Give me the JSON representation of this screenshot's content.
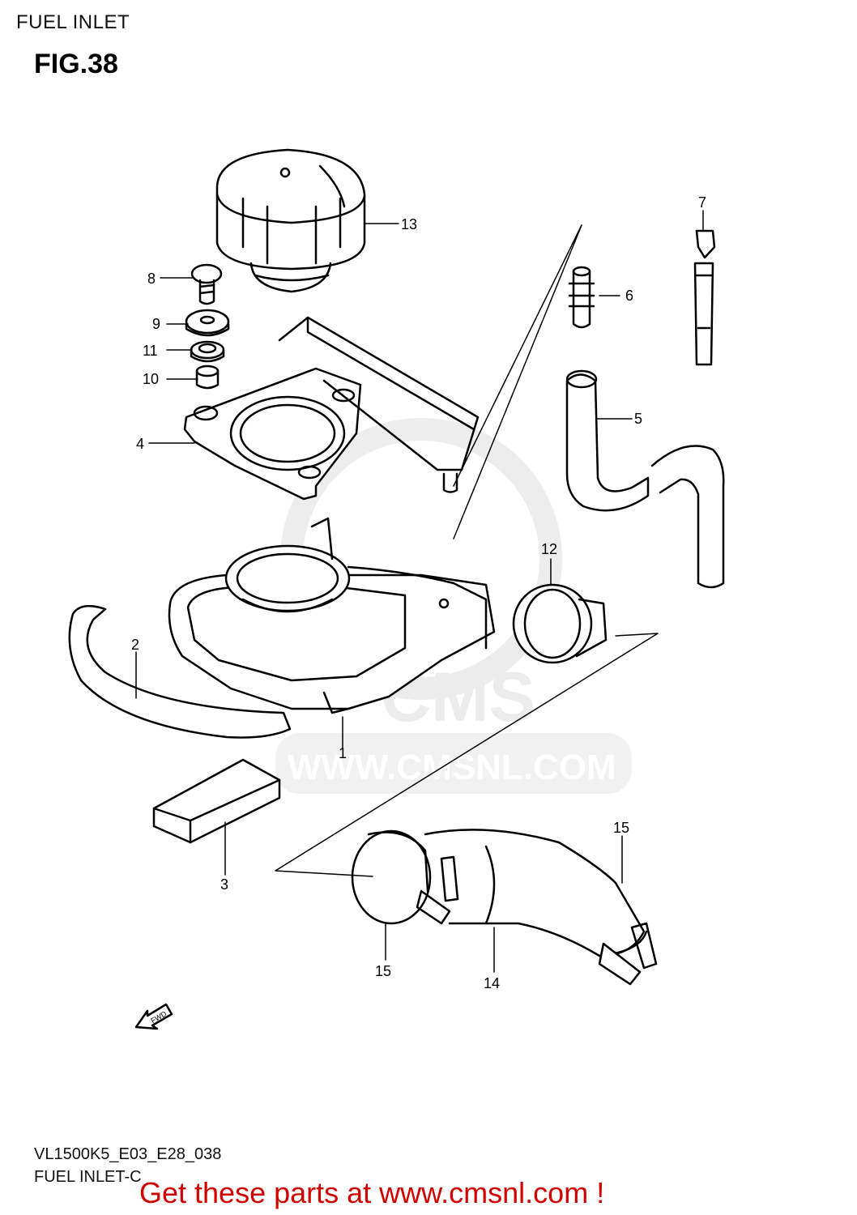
{
  "header": {
    "title": "FUEL INLET"
  },
  "figure": {
    "label": "FIG.38"
  },
  "watermark": {
    "brand": "CMS",
    "url": "WWW.CMSNL.COM"
  },
  "fwd_arrow": {
    "text": "FWD"
  },
  "callouts": [
    "1",
    "2",
    "3",
    "4",
    "5",
    "6",
    "7",
    "8",
    "9",
    "10",
    "11",
    "12",
    "13",
    "14",
    "15",
    "15"
  ],
  "footer": {
    "code": "VL1500K5_E03_E28_038",
    "name": "FUEL INLET-C",
    "promo": "Get these parts at www.cmsnl.com !",
    "promo_color": "#d00000"
  }
}
